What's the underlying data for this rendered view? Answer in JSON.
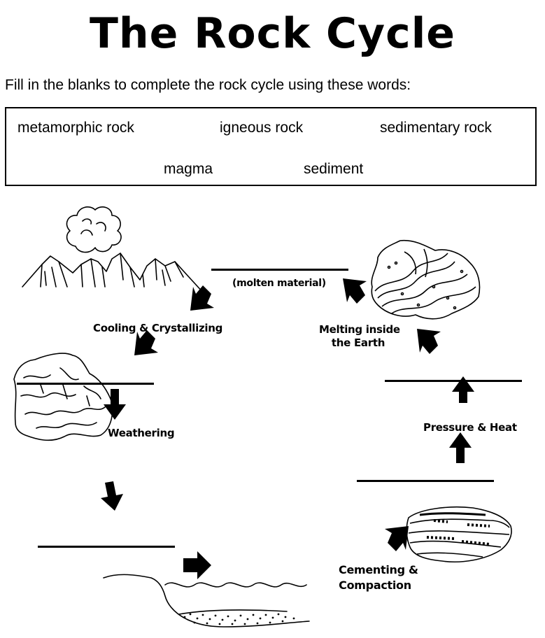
{
  "title": "The Rock Cycle",
  "instructions": "Fill in the blanks to complete the rock cycle using these words:",
  "word_bank": {
    "words": [
      "metamorphic rock",
      "igneous rock",
      "sedimentary rock",
      "magma",
      "sediment"
    ]
  },
  "labels": {
    "molten": "(molten material)",
    "cooling": "Cooling & Crystallizing",
    "melting_line1": "Melting inside",
    "melting_line2": "the Earth",
    "weathering": "Weathering",
    "pressure": "Pressure & Heat",
    "cementing_line1": "Cementing &",
    "cementing_line2": "Compaction"
  },
  "icons": [
    "volcano-icon",
    "metamorphic-rock-icon",
    "igneous-rock-icon",
    "sediment-water-icon",
    "sedimentary-rock-icon",
    "arrow-icon"
  ]
}
